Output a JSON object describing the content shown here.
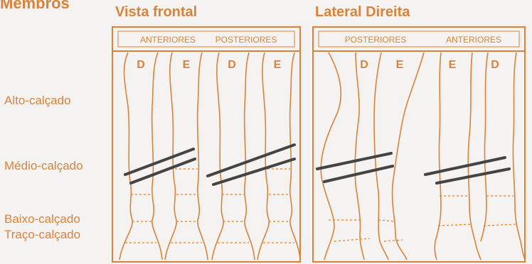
{
  "section_title": "Membros",
  "panels": [
    {
      "title": "Vista frontal",
      "groups": [
        "ANTERIORES",
        "POSTERIORES"
      ],
      "legs": [
        "D",
        "E",
        "D",
        "E"
      ]
    },
    {
      "title": "Lateral Direita",
      "groups": [
        "POSTERIORES",
        "ANTERIORES"
      ],
      "legs": [
        "D",
        "E",
        "E",
        "D"
      ]
    }
  ],
  "levels": [
    "Alto-calçado",
    "Médio-calçado",
    "Baixo-calçado",
    "Traço-calçado"
  ],
  "colors": {
    "accent": "#d9833a",
    "line": "#444444",
    "background": "#f4f3f1"
  }
}
